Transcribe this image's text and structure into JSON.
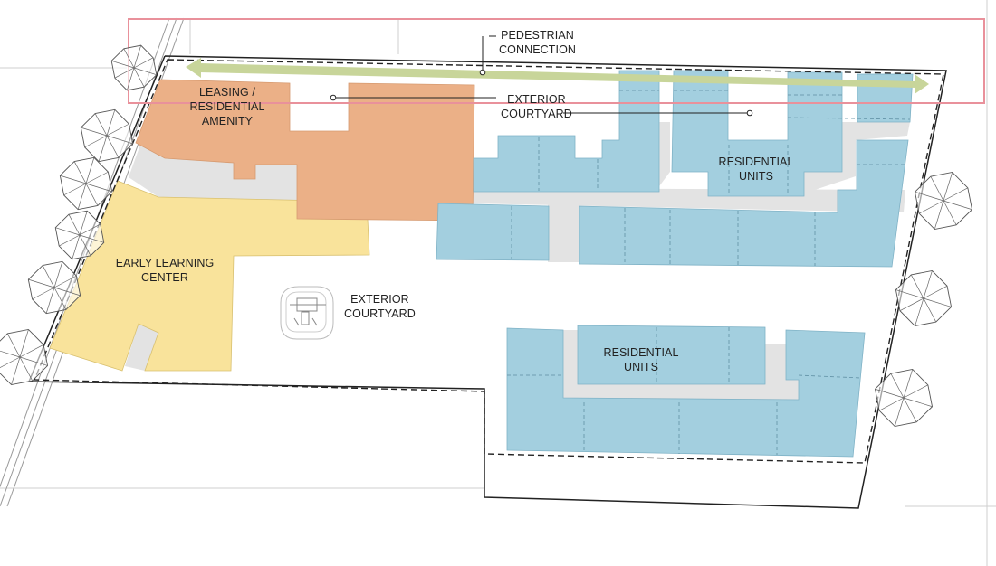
{
  "colors": {
    "leasing": "#EBB087",
    "early_learning": "#F9E39B",
    "residential": "#A3CFDF",
    "paving": "#E3E3E3",
    "pedestrian_arrow": "#C8D59A",
    "highlight_box": "#E9919B",
    "outline": "#222222"
  },
  "labels": {
    "pedestrian_connection": [
      "PEDESTRIAN",
      "CONNECTION"
    ],
    "exterior_courtyard_north": [
      "EXTERIOR",
      "COURTYARD"
    ],
    "leasing_amenity": [
      "LEASING /",
      "RESIDENTIAL",
      "AMENITY"
    ],
    "residential_units_north": [
      "RESIDENTIAL",
      "UNITS"
    ],
    "early_learning_center": [
      "EARLY LEARNING",
      "CENTER"
    ],
    "exterior_courtyard_south": [
      "EXTERIOR",
      "COURTYARD"
    ],
    "residential_units_south": [
      "RESIDENTIAL",
      "UNITS"
    ]
  },
  "icons": {
    "tree": "tree-icon",
    "playground": "playground-icon",
    "arrow": "double-arrow-icon"
  }
}
